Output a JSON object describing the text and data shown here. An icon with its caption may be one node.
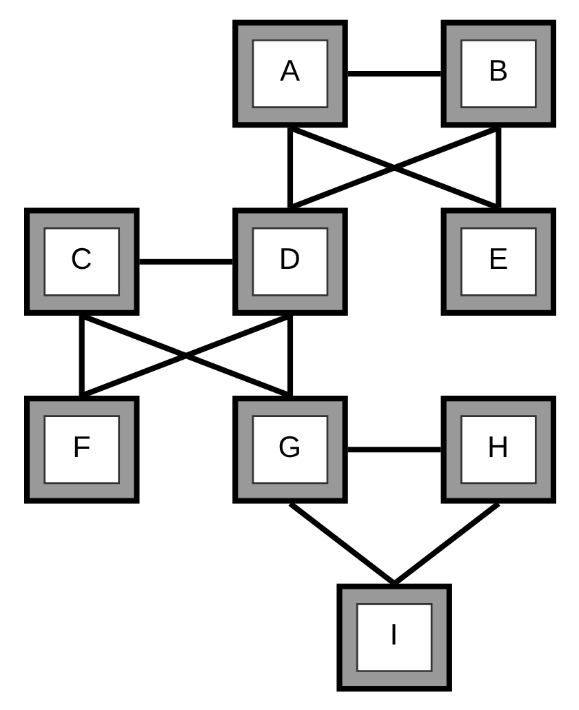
{
  "diagram": {
    "nodes": [
      {
        "text": [
          "A"
        ]
      },
      {
        "text": [
          "B"
        ]
      },
      {
        "text": [
          "C"
        ]
      },
      {
        "text": [
          "D"
        ]
      },
      {
        "text": [
          "E"
        ]
      },
      {
        "text": [
          "F"
        ]
      },
      {
        "text": [
          "G"
        ]
      },
      {
        "text": [
          "H"
        ]
      },
      {
        "text": [
          "I"
        ]
      }
    ],
    "edges": [
      {
        "from": 0,
        "to": 1,
        "arrow": "none"
      },
      {
        "from": 0,
        "to": 3,
        "arrow": "none"
      },
      {
        "from": 0,
        "to": 4,
        "arrow": "none"
      },
      {
        "from": 1,
        "to": 3,
        "arrow": "none"
      },
      {
        "from": 1,
        "to": 4,
        "arrow": "none"
      },
      {
        "from": 2,
        "to": 3,
        "arrow": "none"
      },
      {
        "from": 2,
        "to": 5,
        "arrow": "none"
      },
      {
        "from": 2,
        "to": 6,
        "arrow": "none"
      },
      {
        "from": 3,
        "to": 5,
        "arrow": "none"
      },
      {
        "from": 3,
        "to": 6,
        "arrow": "none"
      },
      {
        "from": 6,
        "to": 7,
        "arrow": "none"
      },
      {
        "from": 6,
        "to": 8,
        "arrow": "none"
      },
      {
        "from": 7,
        "to": 8,
        "arrow": "none"
      }
    ]
  }
}
